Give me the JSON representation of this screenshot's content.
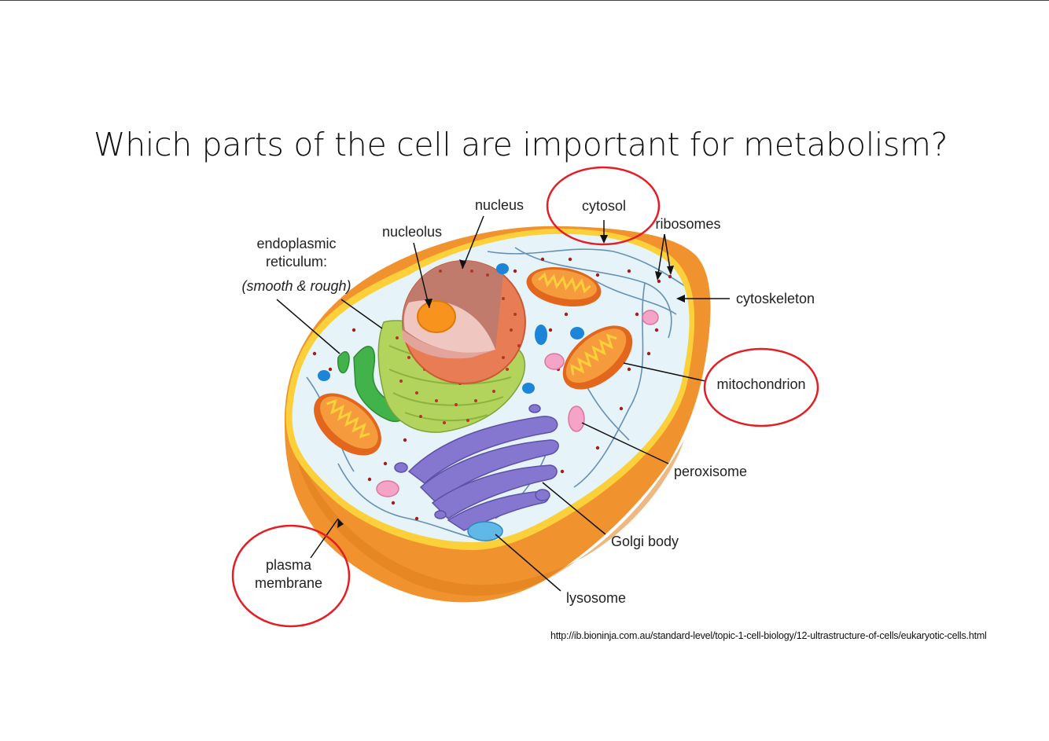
{
  "slide": {
    "title": "Which parts of the cell are important for metabolism?",
    "source": "http://ib.bioninja.com.au/standard-level/topic-1-cell-biology/12-ultrastructure-of-cells/eukaryotic-cells.html"
  },
  "diagram": {
    "labels": {
      "nucleus": "nucleus",
      "nucleolus": "nucleolus",
      "cytosol": "cytosol",
      "ribosomes": "ribosomes",
      "er_line1": "endoplasmic",
      "er_line2": "reticulum:",
      "er_line3": "(smooth & rough)",
      "cytoskeleton": "cytoskeleton",
      "mitochondrion": "mitochondrion",
      "peroxisome": "peroxisome",
      "golgi": "Golgi body",
      "lysosome": "lysosome",
      "plasma_line1": "plasma",
      "plasma_line2": "membrane"
    },
    "highlighted": [
      "cytosol",
      "mitochondrion",
      "plasma membrane"
    ],
    "colors": {
      "highlight_circle": "#e31e24",
      "membrane_outer": "#f0922e",
      "membrane_inner": "#fbd03a",
      "cytoplasm": "#e6f3f8",
      "mitochondria": "#f27c22",
      "golgi": "#8577cf",
      "smooth_er": "#42b34a",
      "rough_er": "#b3d45c",
      "nucleus": "#e77c55",
      "nucleolus": "#f8931d",
      "lysosome": "#5fb8e6",
      "peroxisome": "#f5a3c7"
    }
  }
}
